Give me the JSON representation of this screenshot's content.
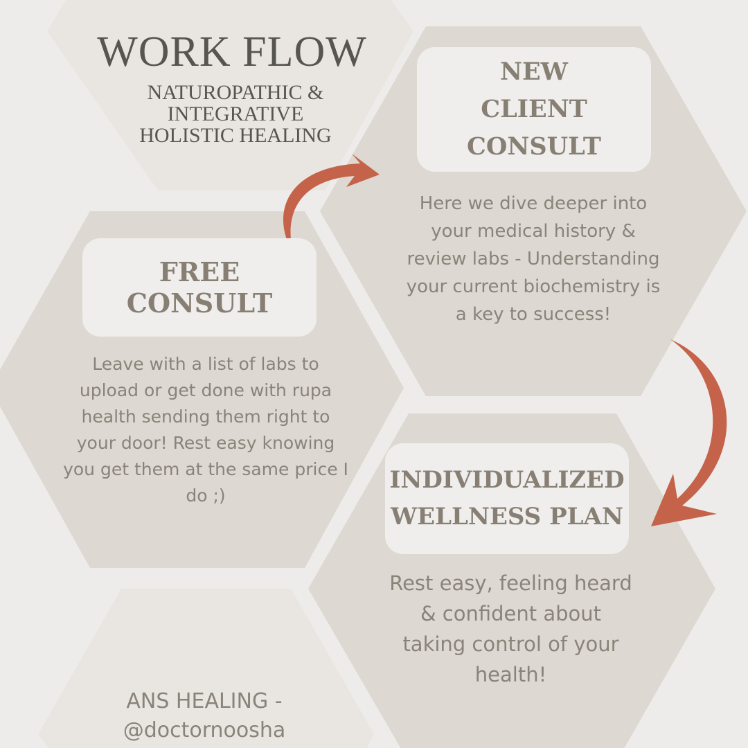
{
  "header": {
    "title": "WORK FLOW",
    "subtitle": "NATUROPATHIC & INTEGRATIVE HOLISTIC HEALING"
  },
  "steps": [
    {
      "title": "FREE CONSULT",
      "description": "Leave with a list of labs to upload or get done with rupa health sending them right to your door! Rest easy knowing you get them at the same price I do ;)"
    },
    {
      "title": "NEW CLIENT CONSULT",
      "description": "Here we dive deeper into your medical history & review labs - Understanding your current biochemistry is a key to success!"
    },
    {
      "title": "INDIVIDUALIZED WELLNESS PLAN",
      "description": "Rest easy, feeling heard & confident about taking control of your health!"
    }
  ],
  "footer": {
    "line1": "ANS HEALING -",
    "line2": "@doctornoosha"
  },
  "colors": {
    "background": "#eeecea",
    "hex_dark": "#ddd8d1",
    "hex_light": "#e9e6e2",
    "arrow": "#c4624a",
    "heading": "#877f73",
    "body": "#8a837a"
  }
}
